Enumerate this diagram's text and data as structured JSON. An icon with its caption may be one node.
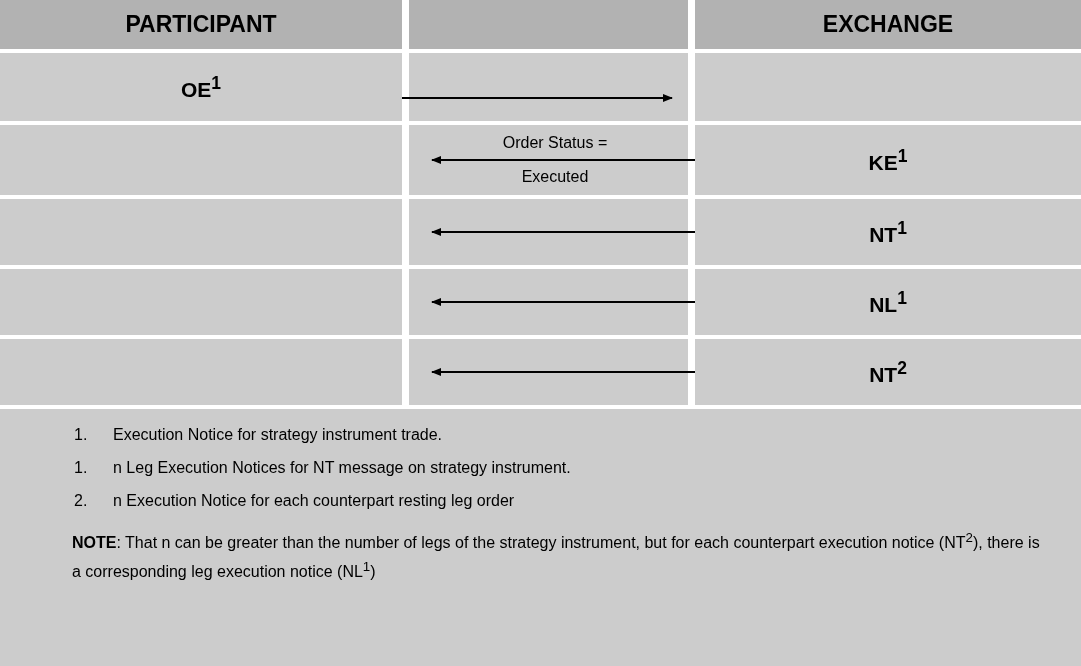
{
  "diagram": {
    "nodes": [
      {
        "text": [
          "PARTICIPANT"
        ]
      },
      {
        "text": [
          "EXCHANGE"
        ]
      },
      {
        "text": [
          "OE$^{1}$"
        ]
      },
      {
        "text": [
          "KE$^{1}$"
        ]
      },
      {
        "text": [
          "NT$^{1}$"
        ]
      },
      {
        "text": [
          "NL$^{1}$"
        ]
      },
      {
        "text": [
          "NT$^{2}$"
        ]
      }
    ],
    "edges": [
      {
        "from": 2,
        "to": null,
        "arrow": "to"
      },
      {
        "from": 3,
        "to": null,
        "arrow": "to",
        "label": "Order Status = Executed"
      },
      {
        "from": 4,
        "to": null,
        "arrow": "to"
      },
      {
        "from": 5,
        "to": null,
        "arrow": "to"
      },
      {
        "from": 6,
        "to": null,
        "arrow": "to"
      }
    ],
    "labels": [
      "1.",
      "Execution Notice for strategy instrument trade.",
      "1.",
      "n Leg Execution Notices for NT message on strategy instrument.",
      "2.",
      "n Execution Notice for each counterpart resting leg order",
      "**NOTE**: That n can be greater than the number of legs of the strategy instrument, but for each counterpart execution notice (NT$^{2}$), there is a corresponding leg execution notice (NL$^{1}$)"
    ]
  }
}
